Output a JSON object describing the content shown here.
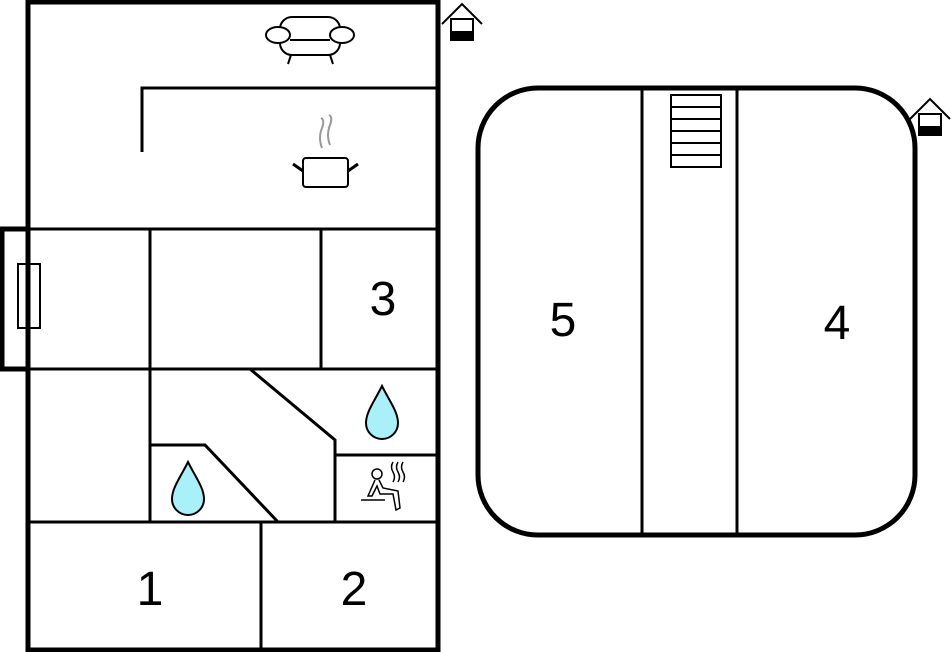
{
  "rooms": {
    "room_1": "1",
    "room_2": "2",
    "room_3": "3",
    "room_4": "4",
    "room_5": "5"
  },
  "icons": [
    "entrance-icon",
    "sofa-icon",
    "kitchen-pot-icon",
    "water-drop-icon",
    "sauna-icon",
    "stairs-icon"
  ],
  "colors": {
    "wall": "#000000",
    "water": "#aaf0f8",
    "steam": "#999999"
  }
}
